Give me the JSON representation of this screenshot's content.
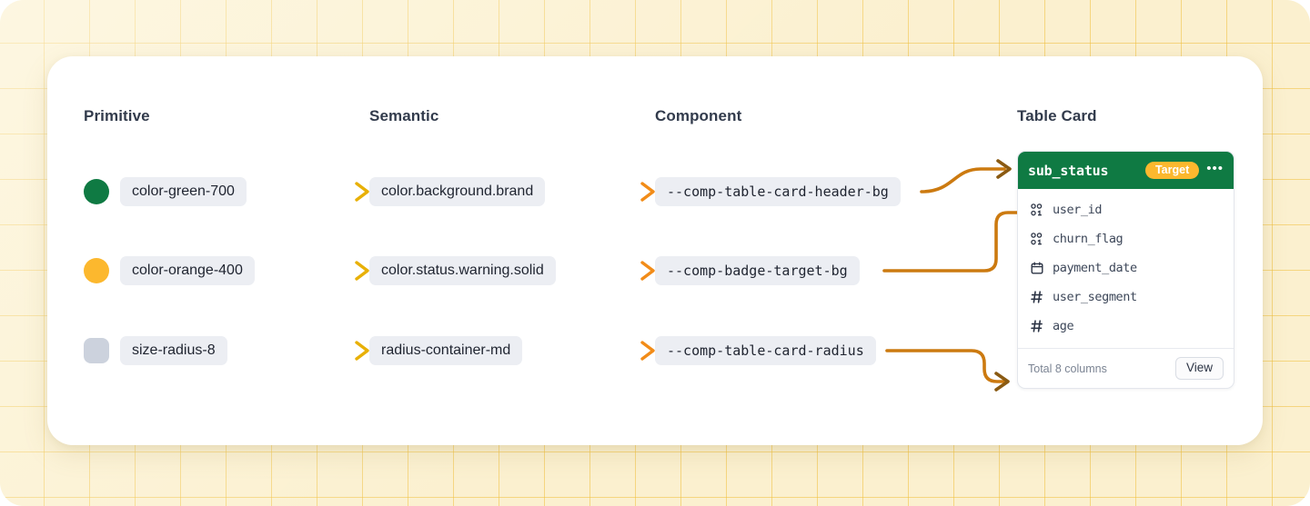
{
  "theme": {
    "bg_grid": "#fbf0cf",
    "grid_line": "#f0c03e",
    "panel_bg": "#ffffff",
    "chip_bg": "#eceef3",
    "text_dark": "#323b4c",
    "arrow_yellow": "#f2d24e",
    "arrow_gold": "#e8b007",
    "arrow_orange": "#f28c18",
    "arrow_dark": "#b5650a",
    "green": "#0f7a43",
    "amber": "#fcb82e",
    "gray_swatch": "#ccd2dd"
  },
  "columns": {
    "primitive": "Primitive",
    "semantic": "Semantic",
    "component": "Component",
    "table_card": "Table Card"
  },
  "rows": [
    {
      "swatch": {
        "shape": "dot",
        "color": "#0f7a43",
        "name": "green-swatch"
      },
      "primitive": "color-green-700",
      "semantic": "color.background.brand",
      "component": "--comp-table-card-header-bg"
    },
    {
      "swatch": {
        "shape": "dot",
        "color": "#fcb82e",
        "name": "orange-swatch"
      },
      "primitive": "color-orange-400",
      "semantic": "color.status.warning.solid",
      "component": "--comp-badge-target-bg"
    },
    {
      "swatch": {
        "shape": "rounded-square",
        "color": "#ccd2dd",
        "name": "radius-swatch"
      },
      "primitive": "size-radius-8",
      "semantic": "radius-container-md",
      "component": "--comp-table-card-radius"
    }
  ],
  "table_card": {
    "title": "sub_status",
    "badge": "Target",
    "menu_icon": "•••",
    "columns": [
      {
        "icon": "binary-icon",
        "name": "user_id"
      },
      {
        "icon": "binary-icon",
        "name": "churn_flag"
      },
      {
        "icon": "calendar-icon",
        "name": "payment_date"
      },
      {
        "icon": "hash-icon",
        "name": "user_segment"
      },
      {
        "icon": "hash-icon",
        "name": "age"
      }
    ],
    "footer_text": "Total 8 columns",
    "view_label": "View"
  }
}
